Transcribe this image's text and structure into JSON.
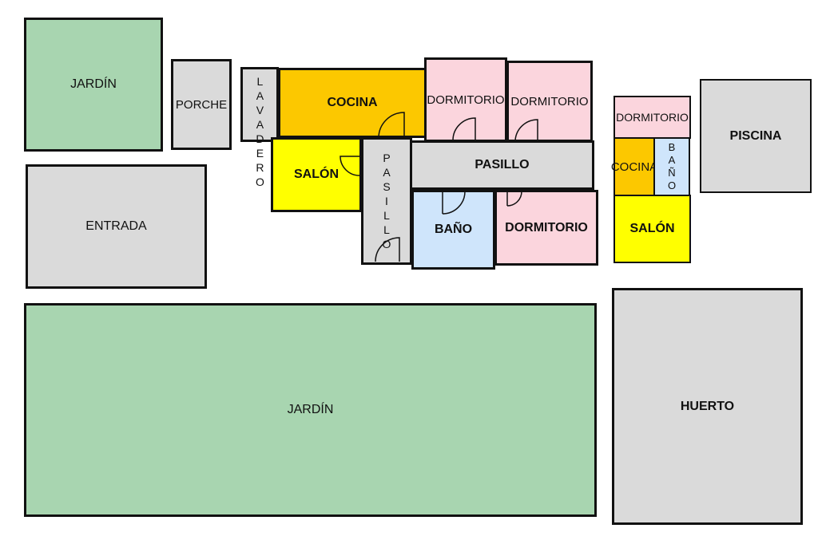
{
  "colors": {
    "garden": "#a8d5b0",
    "gray": "#dadada",
    "kitchen": "#fcc800",
    "living": "#ffff00",
    "bedroom": "#fbd5dd",
    "bath": "#cfe5fb",
    "wall": "#111111"
  },
  "rooms": {
    "jardin_top": "JARDÍN",
    "porche": "PORCHE",
    "lavadero": [
      "L",
      "A",
      "V",
      "A",
      "D",
      "E",
      "R",
      "O"
    ],
    "cocina_main": "COCINA",
    "dormitorio_1": "DORMITORIO",
    "dormitorio_2": "DORMITORIO",
    "salon_main": "SALÓN",
    "pasillo_vertical": [
      "P",
      "A",
      "S",
      "I",
      "L",
      "L",
      "O"
    ],
    "pasillo_horizontal": "PASILLO",
    "bano_main": "BAÑO",
    "dormitorio_3": "DORMITORIO",
    "entrada": "ENTRADA",
    "jardin_bottom": "JARDÍN",
    "dormitorio_annex": "DORMITORIO",
    "cocina_annex": "COCINA",
    "bano_annex": [
      "B",
      "A",
      "Ñ",
      "O"
    ],
    "salon_annex": "SALÓN",
    "piscina": "PISCINA",
    "huerto": "HUERTO"
  }
}
